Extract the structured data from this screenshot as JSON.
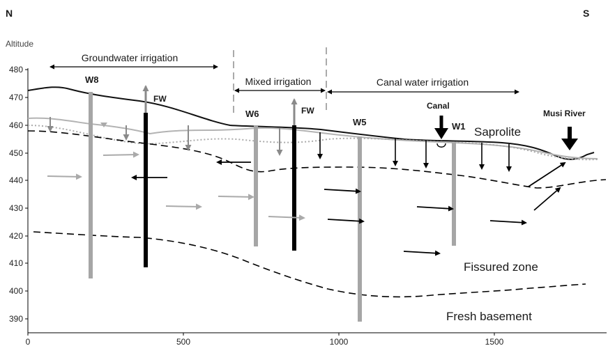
{
  "direction": {
    "north": "N",
    "south": "S"
  },
  "axis": {
    "y_label": "Altitude",
    "y_ticks": [
      "480",
      "470",
      "460",
      "450",
      "440",
      "430",
      "420",
      "410",
      "400",
      "390"
    ],
    "x_ticks": [
      "0",
      "500",
      "1000",
      "1500"
    ]
  },
  "zones": {
    "groundwater": "Groundwater irrigation",
    "mixed": "Mixed irrigation",
    "canal": "Canal water irrigation"
  },
  "wells": {
    "w8": "W8",
    "w6": "W6",
    "w5": "W5",
    "w1": "W1",
    "fw_left": "FW",
    "fw_right": "FW"
  },
  "features": {
    "canal": "Canal",
    "river": "Musi River"
  },
  "layers": {
    "saprolite": "Saprolite",
    "fissured": "Fissured zone",
    "basement": "Fresh basement"
  }
}
